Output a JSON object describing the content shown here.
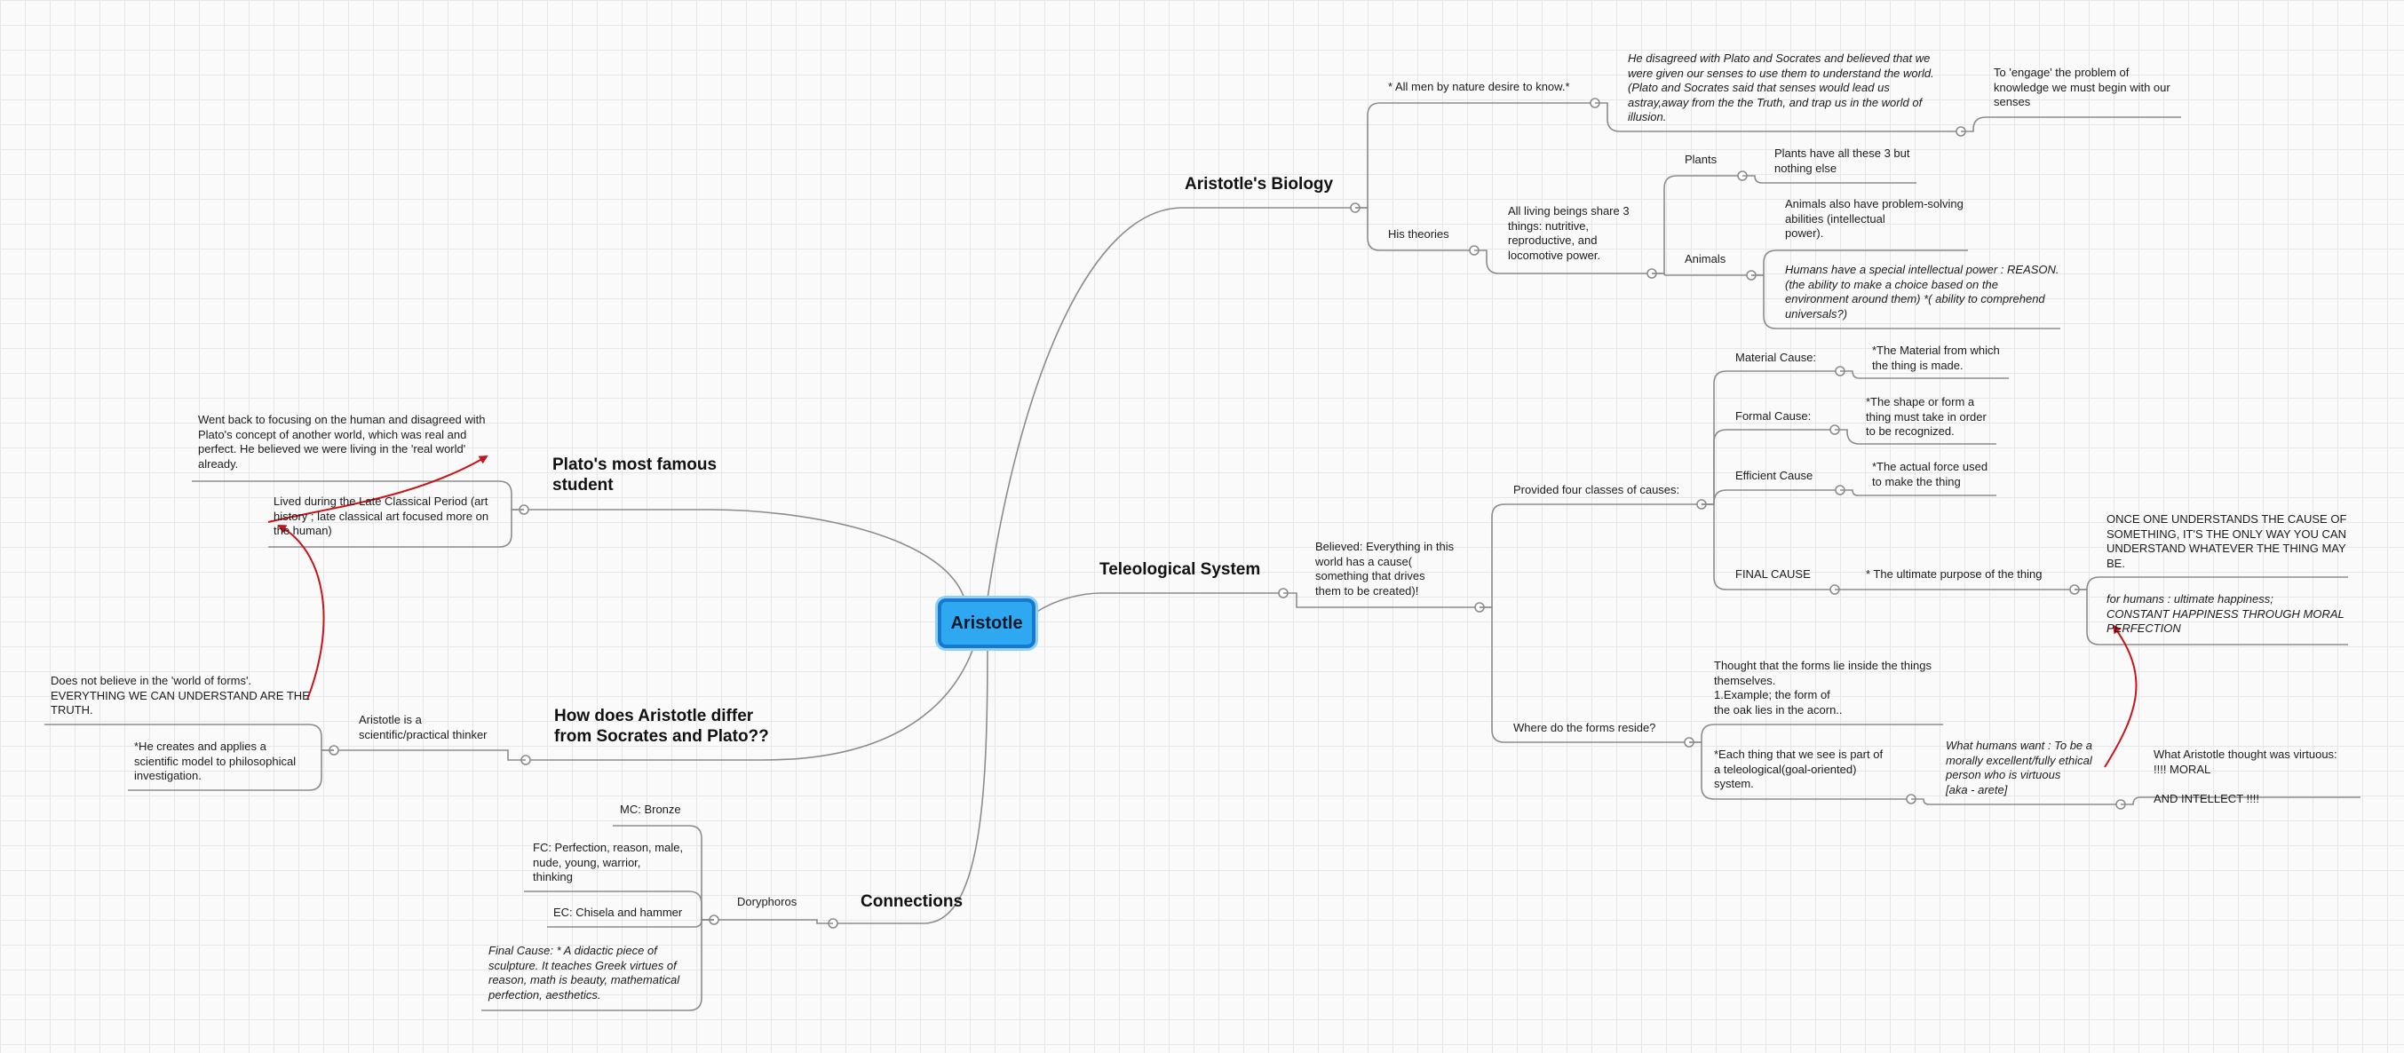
{
  "central": "Aristotle",
  "biology": {
    "title": "Aristotle's Biology",
    "desire": "* All men by nature desire to know.*",
    "disagree": "He disagreed with Plato and Socrates and believed that we\nwere given our senses to use them to understand the world.\n(Plato and Socrates said that senses would lead us\nastray,away from the the Truth, and trap us in the world of\nillusion.",
    "engage": "To 'engage' the problem of\nknowledge we must begin with our\nsenses",
    "theories": "His theories",
    "living": "All living beings share 3\nthings: nutritive,\nreproductive, and\nlocomotive power.",
    "plants": "Plants",
    "plants_note": "Plants have all these 3 but\nnothing else",
    "animals": "Animals",
    "animals_note": "Animals also have problem-solving\nabilities (intellectual\npower).",
    "humans_note": "Humans have a special intellectual power : REASON.\n(the ability to make a choice based on the\nenvironment around them) *( ability to comprehend\nuniversals?)"
  },
  "teleo": {
    "title": "Teleological System",
    "believed": "Believed: Everything in this\nworld has a cause(\nsomething that drives\nthem to be created)!",
    "four": "Provided four classes of causes:",
    "material": "Material Cause:",
    "material_note": "*The Material from which\nthe thing is made.",
    "formal": "Formal Cause:",
    "formal_note": "*The shape or form a\nthing must take in order\nto be recognized.",
    "efficient": "Efficient Cause",
    "efficient_note": "*The actual force used\nto make the thing",
    "final": "FINAL CAUSE",
    "final_note": "* The ultimate purpose of the thing",
    "once": "ONCE ONE UNDERSTANDS THE CAUSE OF\nSOMETHING, IT'S THE ONLY WAY YOU CAN\nUNDERSTAND WHATEVER THE THING MAY\nBE.",
    "humans_final": "for humans : ultimate happiness;\nCONSTANT HAPPINESS THROUGH MORAL\nPERFECTION",
    "forms": "Where do the forms reside?",
    "inside": "Thought that the forms lie inside the things\nthemselves.\n                    1.Example; the form of\nthe oak lies in the acorn..",
    "each": "*Each thing that we see is part of\na teleological(goal-oriented)\nsystem.",
    "want": "What humans want : To be a\nmorally excellent/fully ethical\nperson who is virtuous\n     [aka - arete]",
    "virtuous": "What Aristotle thought was virtuous:\n                                        !!!!   MORAL\n\nAND INTELLECT  !!!!"
  },
  "plato": {
    "title": "Plato's most famous\nstudent",
    "went": "Went back to focusing on the human and disagreed with\nPlato's concept of another world, which was real and\nperfect. He believed we were living in the 'real world'\nalready.",
    "lived": "Lived during the Late Classical Period (art\nhistory ; late classical art focused more on\nthe human)"
  },
  "differ": {
    "title": "How does Aristotle differ\nfrom Socrates and Plato??",
    "thinker": "Aristotle is a\nscientific/practical thinker",
    "forms": "Does not believe in the 'world of forms'.\nEVERYTHING WE CAN UNDERSTAND ARE THE\nTRUTH.",
    "model": "*He creates and applies a\nscientific model to philosophical\ninvestigation."
  },
  "conn": {
    "title": "Connections",
    "dory": "Doryphoros",
    "mc": "MC: Bronze",
    "fc": "FC: Perfection, reason, male,\nnude, young, warrior,\nthinking",
    "ec": "EC: Chisela and hammer",
    "final": "Final Cause: * A didactic piece of\nsculpture. It teaches Greek virtues of\nreason, math is beauty, mathematical\nperfection, aesthetics."
  },
  "colors": {
    "line": "#8c8c8c",
    "arrow": "#c8141a",
    "root_fill": "#2ea8f0",
    "root_border": "#1479cf"
  }
}
